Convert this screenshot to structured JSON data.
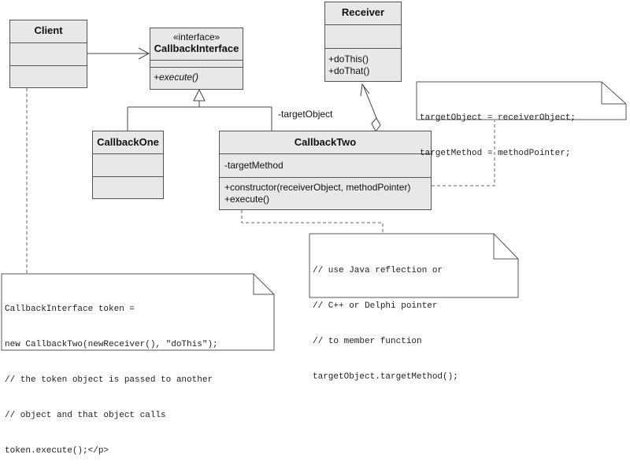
{
  "diagram": {
    "classes": {
      "client": {
        "name": "Client"
      },
      "callback_interface": {
        "stereotype": "«interface»",
        "name": "CallbackInterface",
        "methods": [
          "+execute()"
        ]
      },
      "callback_one": {
        "name": "CallbackOne"
      },
      "callback_two": {
        "name": "CallbackTwo",
        "fields": [
          "-targetMethod"
        ],
        "methods": [
          "+constructor(receiverObject, methodPointer)",
          "+execute()"
        ]
      },
      "receiver": {
        "name": "Receiver",
        "methods": [
          "+doThis()",
          "+doThat()"
        ]
      }
    },
    "association_label": "-targetObject",
    "notes": {
      "receiver_note": [
        "targetObject = receiverObject;",
        "targetMethod = methodPointer;"
      ],
      "execute_note": [
        "// use Java reflection or",
        "// C++ or Delphi pointer",
        "// to member function",
        "targetObject.targetMethod();"
      ],
      "client_note": [
        "CallbackInterface token =",
        "new CallbackTwo(newReceiver(), \"doThis\");",
        "// the token object is passed to another",
        "// object and that object calls",
        "token.execute();</p>"
      ]
    },
    "colors": {
      "box_fill": "#e8e8e8",
      "border": "#555555",
      "note_fill": "#ffffff"
    }
  }
}
